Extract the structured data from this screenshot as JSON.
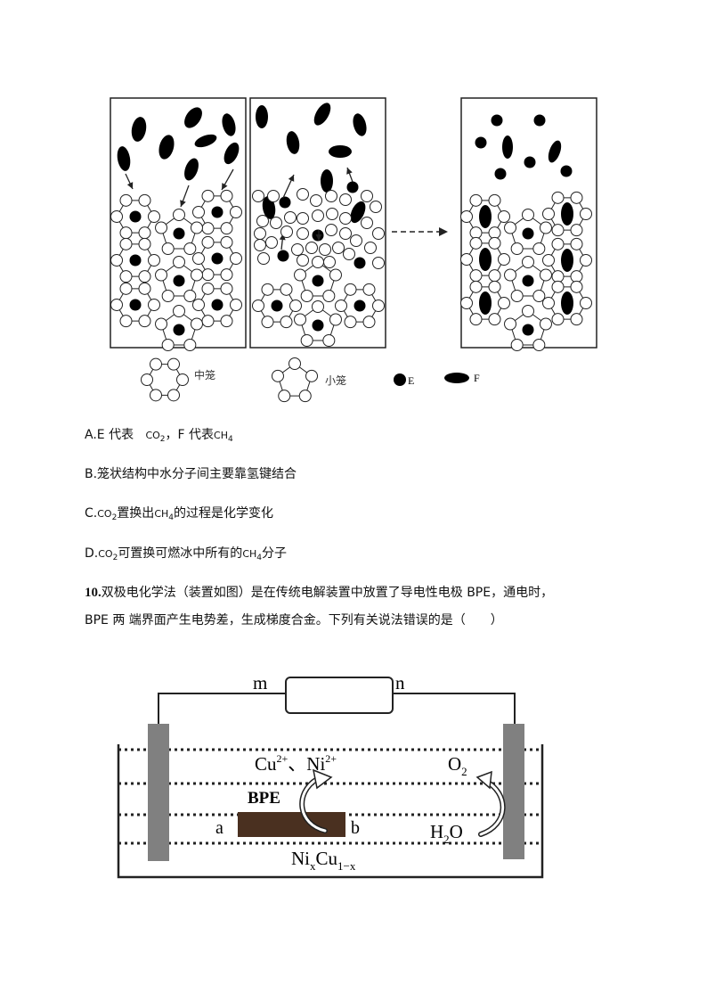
{
  "figure1": {
    "legend": {
      "medium_cage": "中笼",
      "small_cage": "小笼",
      "e": "E",
      "f": "F"
    }
  },
  "options": {
    "a": {
      "prefix": "A.E 代表",
      "e_formula": "CO",
      "e_sub": "2",
      "mid": "，F 代表",
      "f_formula": "CH",
      "f_sub": "4"
    },
    "b": {
      "text": "B.笼状结构中水分子间主要靠氢键结合"
    },
    "c": {
      "prefix": "C.",
      "f1": "CO",
      "s1": "2",
      "mid": "置换出",
      "f2": "CH",
      "s2": "4",
      "suffix": "的过程是化学变化"
    },
    "d": {
      "prefix": "D.",
      "f1": "CO",
      "s1": "2",
      "mid": "可置换可燃冰中所有的",
      "f2": "CH",
      "s2": "4",
      "suffix": "分子"
    }
  },
  "question10": {
    "number": "10.",
    "line1": "双极电化学法（装置如图）是在传统电解装置中放置了导电性电极 BPE，通电时，",
    "line2": "BPE 两 端界面产生电势差，生成梯度合金。下列有关说法错误的是（　　）"
  },
  "figure2": {
    "label_m": "m",
    "label_n": "n",
    "ions": "Cu",
    "ion_cu_charge": "2+",
    "ion_sep": "、Ni",
    "ion_ni_charge": "2+",
    "bpe": "BPE",
    "label_a": "a",
    "label_b": "b",
    "o2": "O",
    "o2_sub": "2",
    "h2o_h": "H",
    "h2o_sub": "2",
    "h2o_o": "O",
    "alloy_ni": "Ni",
    "alloy_x": "x",
    "alloy_cu": "Cu",
    "alloy_sub": "1−x"
  }
}
